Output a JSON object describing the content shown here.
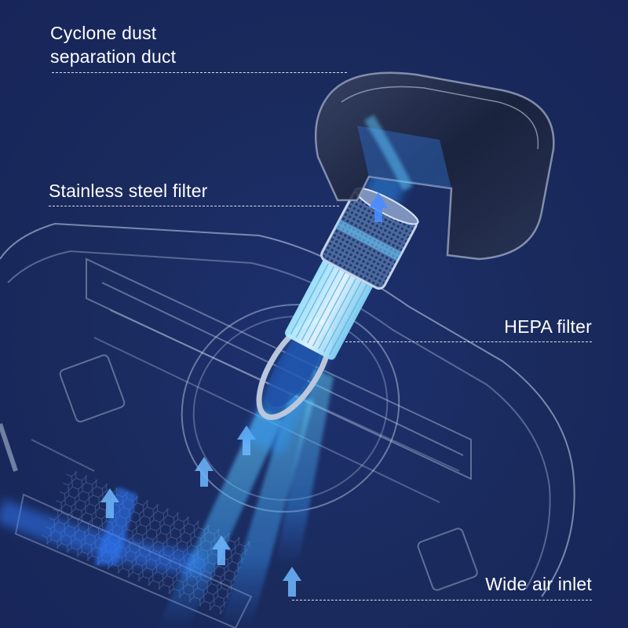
{
  "diagram": {
    "subject": "vacuum cleaner internal airflow cutaway",
    "background_color": "#1a2a5c",
    "accent_color": "#2fa8ff",
    "glow_color": "#5fd8ff",
    "label_color": "#ffffff",
    "labels": [
      {
        "id": "cyclone",
        "lines": [
          "Cyclone dust",
          "separation duct"
        ],
        "text": "Cyclone dust separation duct",
        "position": "top-left"
      },
      {
        "id": "steel",
        "text": "Stainless steel filter",
        "position": "upper-left"
      },
      {
        "id": "hepa",
        "text": "HEPA filter",
        "position": "middle-right"
      },
      {
        "id": "inlet",
        "text": "Wide air inlet",
        "position": "bottom-right"
      }
    ],
    "components": [
      {
        "name": "cyclone-duct",
        "icon": "dark-transparent-cup"
      },
      {
        "name": "stainless-steel-filter",
        "icon": "mesh-cylinder"
      },
      {
        "name": "hepa-filter",
        "icon": "pleated-cylinder"
      },
      {
        "name": "housing",
        "icon": "transparent-body-wireframe"
      },
      {
        "name": "airflow",
        "icon": "blue-arrows-up"
      }
    ]
  }
}
